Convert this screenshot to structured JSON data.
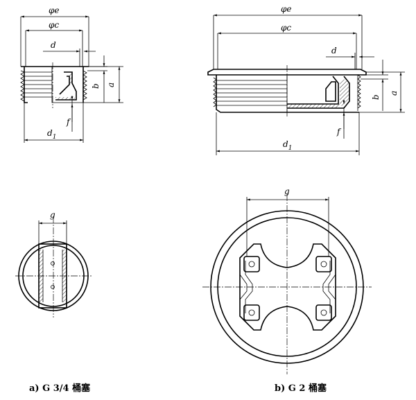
{
  "figure_a": {
    "caption": "a) G 3/4 桶塞",
    "dims": {
      "phi_e": "φe",
      "phi_c": "φc",
      "d": "d",
      "b": "b",
      "a": "a",
      "f": "f",
      "d1": "d",
      "d1_sub": "1",
      "g": "g"
    }
  },
  "figure_b": {
    "caption": "b) G 2 桶塞",
    "dims": {
      "phi_e": "φe",
      "phi_c": "φc",
      "d": "d",
      "b": "b",
      "a": "a",
      "f": "f",
      "d1": "d",
      "d1_sub": "1",
      "g": "g"
    }
  }
}
